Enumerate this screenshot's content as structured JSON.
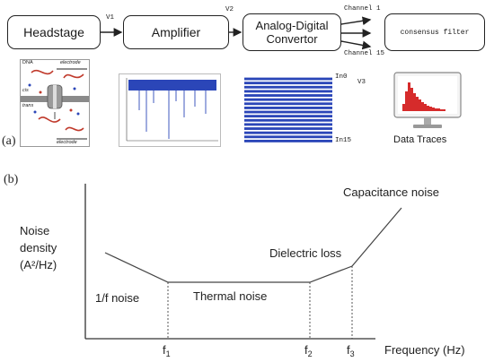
{
  "panel_a": {
    "label": "(a)",
    "blocks": {
      "headstage": "Headstage",
      "amplifier": "Amplifier",
      "adc_line1": "Analog-Digital",
      "adc_line2": "Convertor",
      "filter": "consensus filter"
    },
    "signals": {
      "v1": "V1",
      "v2": "V2",
      "v3": "V3",
      "channel_1": "Channel 1",
      "channel_15": "Channel 15",
      "in0": "In0",
      "in15": "In15"
    },
    "pore": {
      "dna": "DNA",
      "electrode_top": "electrode",
      "cis": "cis",
      "trans": "trans",
      "electrode_bottom": "electrode"
    },
    "data_traces": "Data Traces"
  },
  "panel_b": {
    "label": "(b)",
    "y_label_1": "Noise",
    "y_label_2": "density",
    "y_label_3": "(A²/Hz)",
    "x_label": "Frequency (Hz)",
    "ticks": {
      "f1": "f",
      "f1_sub": "1",
      "f2": "f",
      "f2_sub": "2",
      "f3": "f",
      "f3_sub": "3"
    },
    "regions": {
      "one_over_f": "1/f noise",
      "thermal": "Thermal noise",
      "dielectric": "Dielectric loss",
      "capacitance": "Capacitance noise"
    }
  },
  "colors": {
    "trace_blue": "#2b46b8",
    "histogram_red": "#d62b2b",
    "line_dark": "#222222"
  }
}
